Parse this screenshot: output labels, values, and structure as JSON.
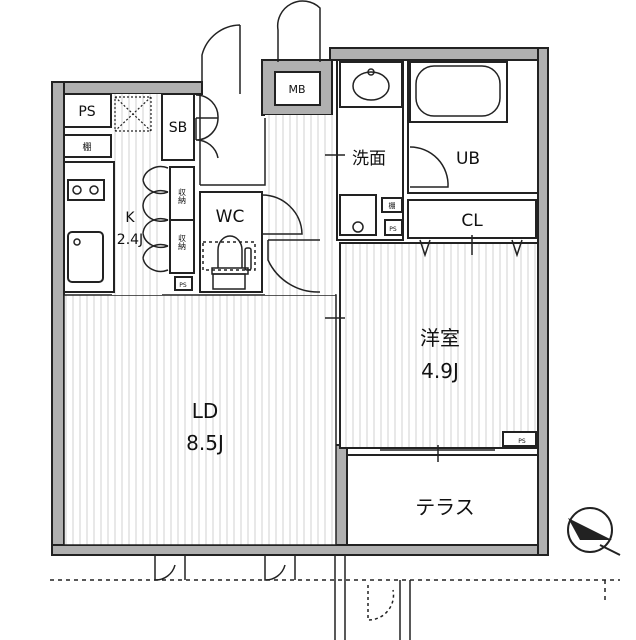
{
  "floorplan": {
    "rooms": {
      "ld": {
        "name": "LD",
        "size": "8.5J"
      },
      "western_room": {
        "name": "洋室",
        "size": "4.9J"
      },
      "kitchen": {
        "name": "K",
        "size": "2.4J"
      },
      "wc": {
        "name": "WC"
      },
      "washroom": {
        "name": "洗面"
      },
      "bath": {
        "name": "UB"
      },
      "closet": {
        "name": "CL"
      },
      "terrace": {
        "name": "テラス"
      }
    },
    "fixtures": {
      "ps": "PS",
      "shelf": "棚",
      "shoe_box": "SB",
      "meter_box": "MB",
      "storage": "収納"
    },
    "colors": {
      "wall": "#b0b0b0",
      "line": "#222222",
      "floor_stripe": "#d0d0d0"
    }
  }
}
